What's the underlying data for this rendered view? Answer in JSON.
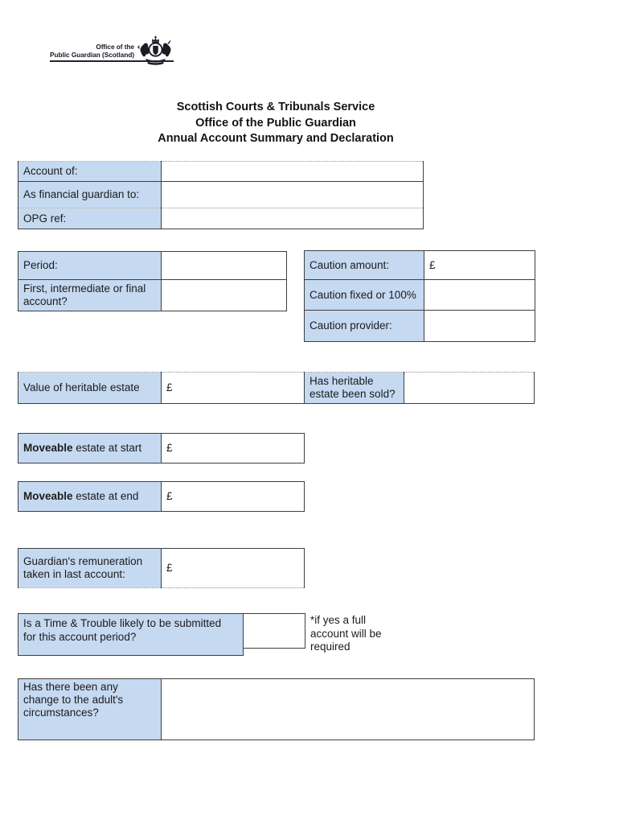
{
  "logo": {
    "line1": "Office of the",
    "line2": "Public Guardian (Scotland)"
  },
  "title": {
    "line1": "Scottish Courts & Tribunals Service",
    "line2": "Office of the Public Guardian",
    "line3": "Annual Account Summary and Declaration"
  },
  "account_table": {
    "rows": [
      {
        "label": "Account of:",
        "value": ""
      },
      {
        "label": "As financial guardian to:",
        "value": ""
      },
      {
        "label": "OPG ref:",
        "value": ""
      }
    ]
  },
  "period_table": {
    "rows": [
      {
        "label": "Period:",
        "value": ""
      },
      {
        "label": "First, intermediate or final account?",
        "value": ""
      }
    ]
  },
  "caution_table": {
    "rows": [
      {
        "label": "Caution amount:",
        "value": "£"
      },
      {
        "label": "Caution fixed or 100%",
        "value": ""
      },
      {
        "label": "Caution provider:",
        "value": ""
      }
    ]
  },
  "heritable_table": {
    "label_value": "Value of heritable estate",
    "currency": "£",
    "value": "",
    "label_sold": "Has heritable estate been sold?",
    "sold_value": ""
  },
  "moveable_start": {
    "bold": "Moveable",
    "rest": " estate at start",
    "currency": "£",
    "value": ""
  },
  "moveable_end": {
    "bold": "Moveable",
    "rest": " estate at end",
    "currency": "£",
    "value": ""
  },
  "remuneration": {
    "label": "Guardian's remuneration taken in last account:",
    "currency": "£",
    "value": ""
  },
  "time_trouble": {
    "label": "Is a Time & Trouble likely to be submitted  for this account period?",
    "value": "",
    "note": "*if yes a full account will be required"
  },
  "circumstances": {
    "label": "Has there been any change to the adult's circumstances?",
    "value": ""
  },
  "colors": {
    "cell_fill": "#c5d9f1",
    "border": "#3f3f3f"
  }
}
